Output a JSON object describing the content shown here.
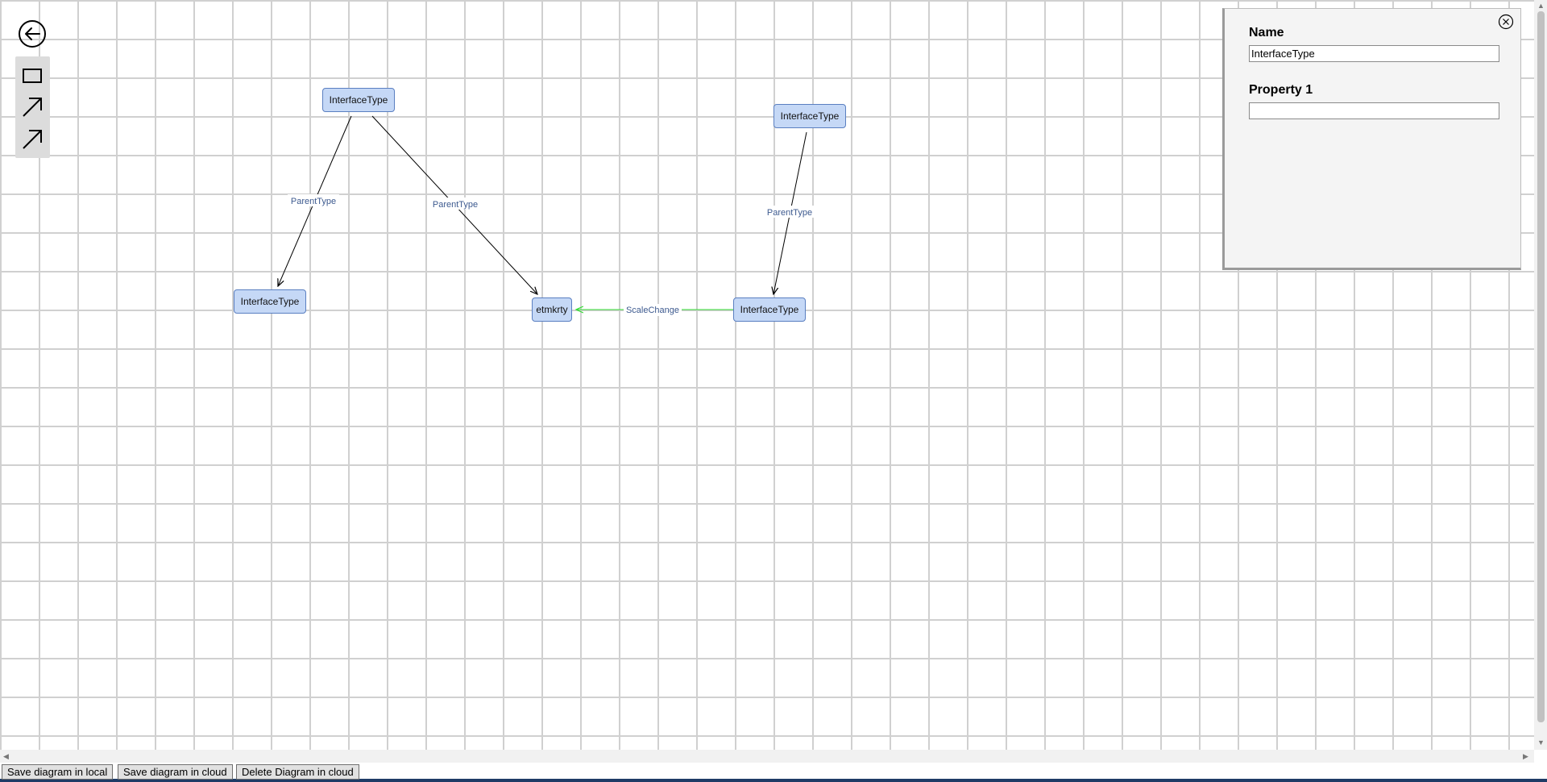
{
  "diagram": {
    "nodes": [
      {
        "id": "n1",
        "label": "InterfaceType"
      },
      {
        "id": "n2",
        "label": "InterfaceType"
      },
      {
        "id": "n3",
        "label": "etmkrty"
      },
      {
        "id": "n4",
        "label": "InterfaceType"
      },
      {
        "id": "n5",
        "label": "InterfaceType"
      }
    ],
    "edges": [
      {
        "from": "n1",
        "to": "n2",
        "label": "ParentType",
        "color": "#000000"
      },
      {
        "from": "n1",
        "to": "n3",
        "label": "ParentType",
        "color": "#000000"
      },
      {
        "from": "n4",
        "to": "n5",
        "label": "ParentType",
        "color": "#000000"
      },
      {
        "from": "n5",
        "to": "n3",
        "label": "ScaleChange",
        "color": "#33dd33"
      }
    ]
  },
  "toolbar": {
    "back_icon": "back-arrow-circle-icon",
    "tools": [
      "rectangle-tool-icon",
      "arrow-tool-icon",
      "arrow-tool-icon"
    ]
  },
  "properties": {
    "name_label": "Name",
    "name_value": "InterfaceType",
    "property1_label": "Property 1",
    "property1_value": ""
  },
  "bottom": {
    "save_local": "Save diagram in local",
    "save_cloud": "Save diagram in cloud",
    "delete_cloud": "Delete Diagram in cloud"
  },
  "colors": {
    "node_fill": "#c5d8f6",
    "node_border": "#5a7fc1",
    "label_text": "#3d5a8f",
    "scale_change_edge": "#33dd33"
  }
}
